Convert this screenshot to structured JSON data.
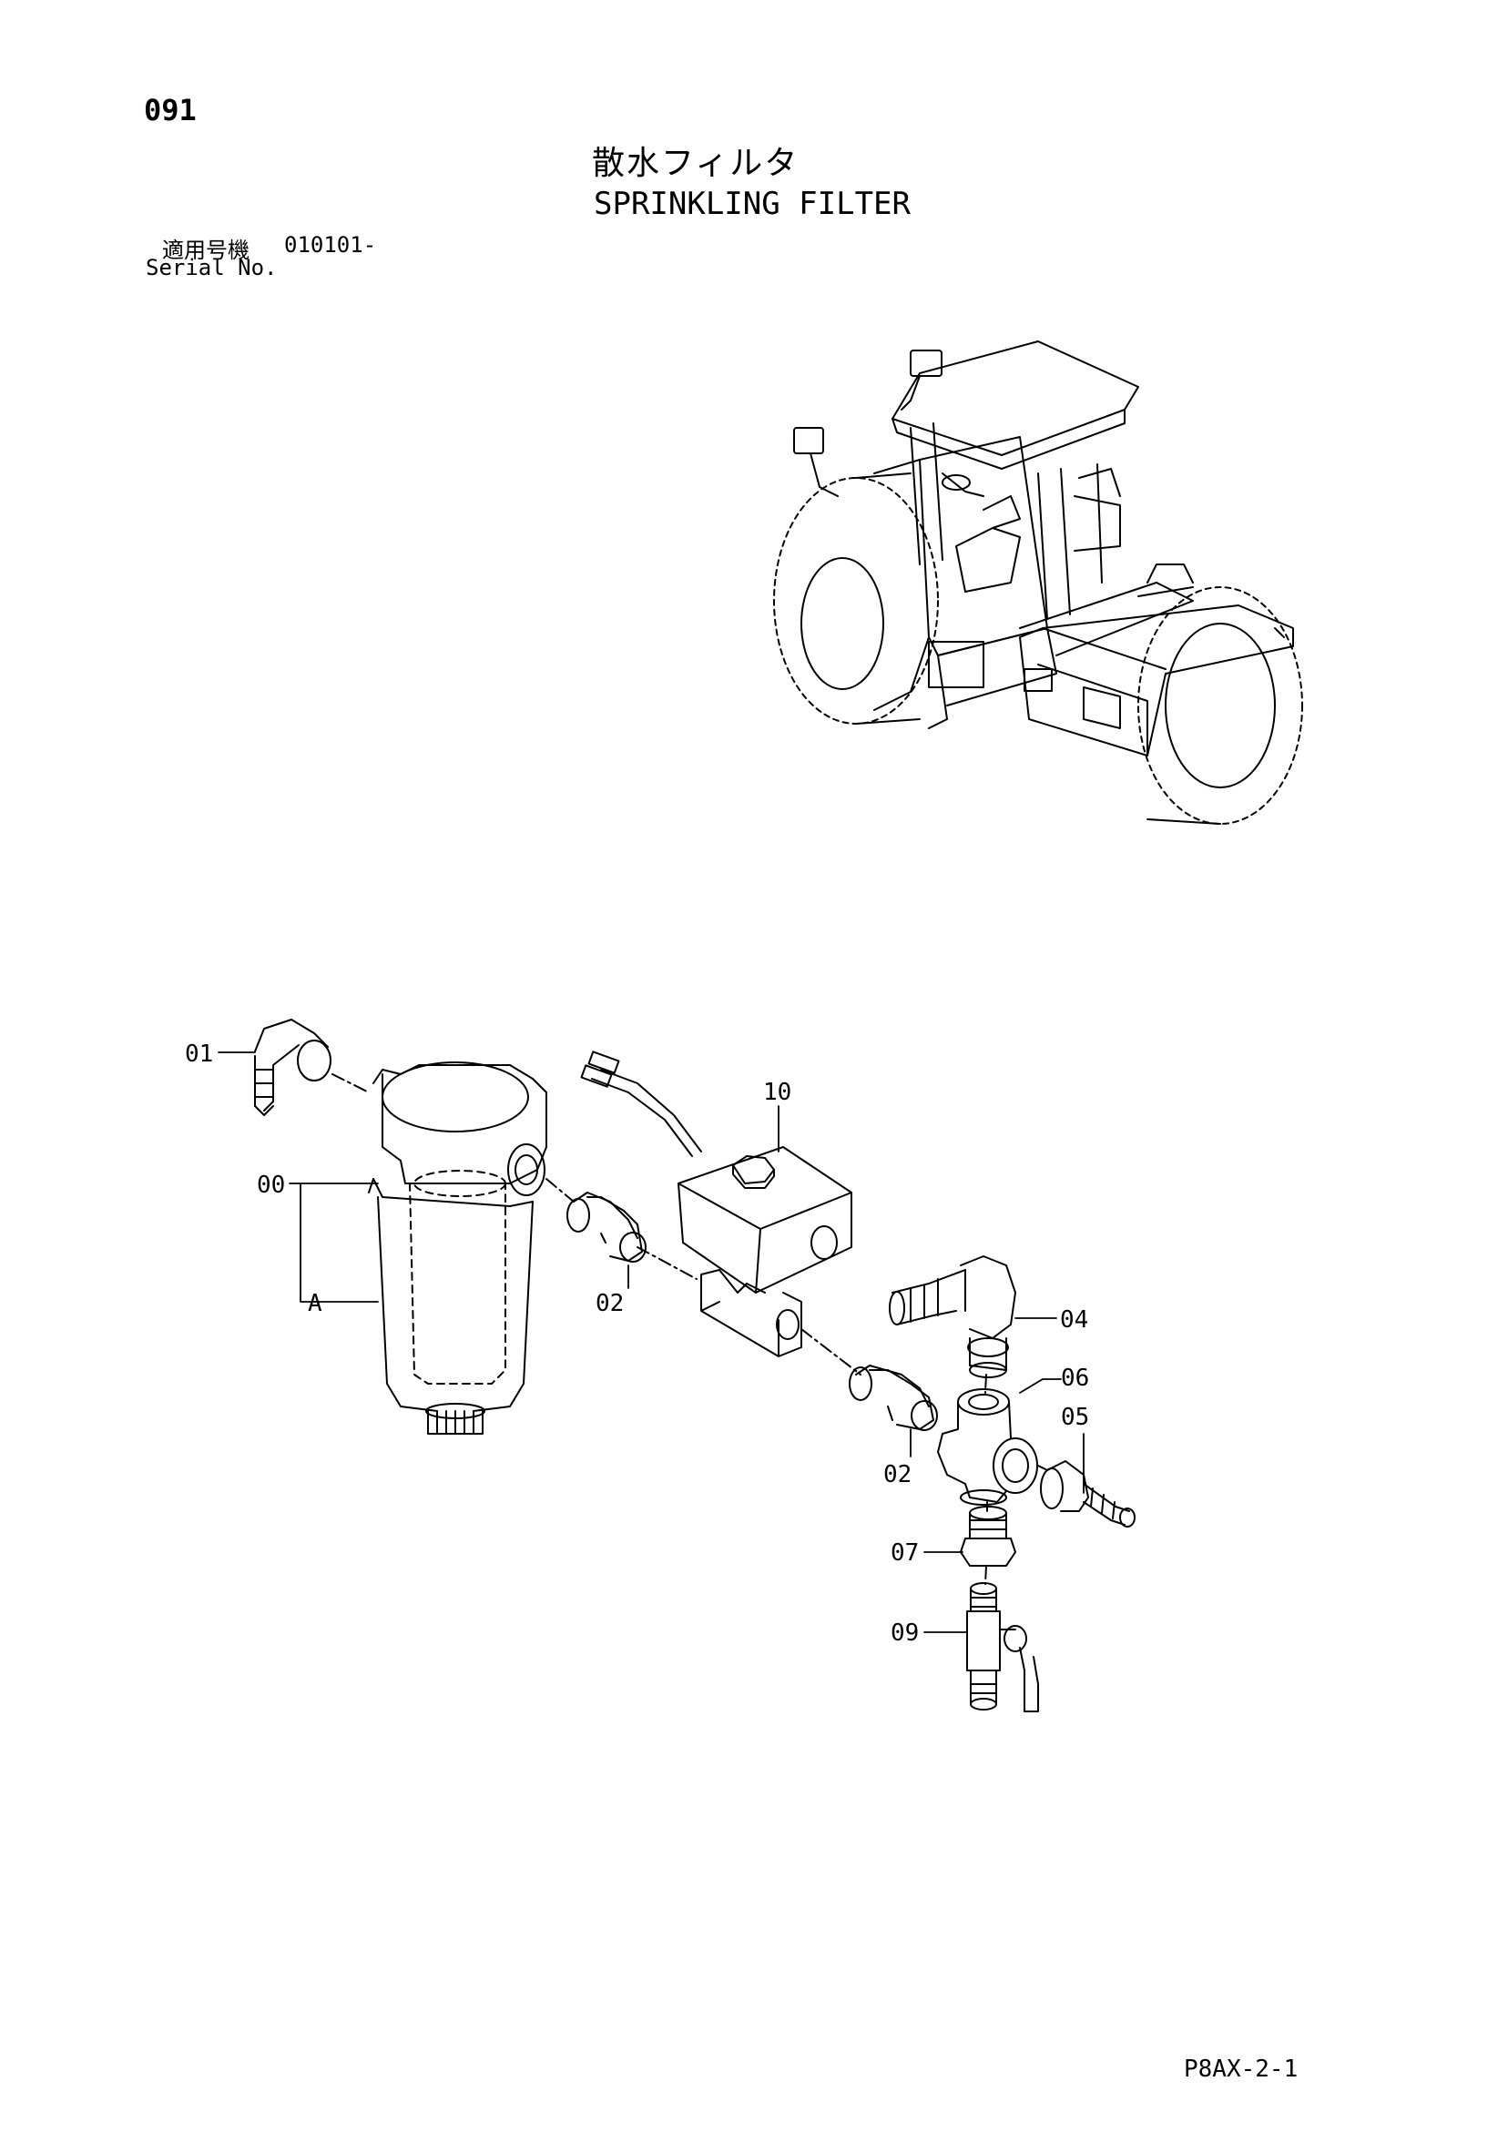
{
  "page_number": "091",
  "title": {
    "japanese": "散水フィルタ",
    "english": "SPRINKLING FILTER"
  },
  "serial": {
    "label_japanese": "適用号機",
    "label_english": "Serial No.",
    "value": "010101-"
  },
  "callouts": {
    "c01": "01",
    "c00": "00",
    "cA": "A",
    "c02a": "02",
    "c10": "10",
    "c04": "04",
    "c06": "06",
    "c05": "05",
    "c02b": "02",
    "c07": "07",
    "c09": "09"
  },
  "document_code": "P8AX-2-1"
}
